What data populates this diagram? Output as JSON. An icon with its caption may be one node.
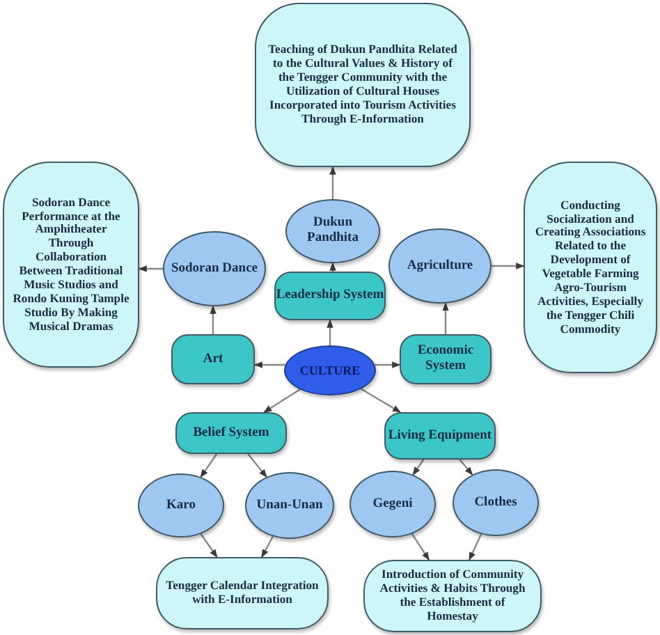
{
  "diagram": {
    "nodes": [
      {
        "text": [
          "CULTURE"
        ]
      },
      {
        "text": [
          "Leadership System"
        ]
      },
      {
        "text": [
          "Dukun Pandhita"
        ]
      },
      {
        "text": [
          "Teaching of Dukun Pandhita Related to the Cultural Values & History of the Tengger Community with the Utilization of Cultural Houses Incorporated into Tourism Activities Through E-Information"
        ]
      },
      {
        "text": [
          "Art"
        ]
      },
      {
        "text": [
          "Sodoran Dance"
        ]
      },
      {
        "text": [
          "Sodoran Dance Performance at the Amphitheater Through Collaboration Between Traditional Music Studios and Rondo Kuning Tample Studio By Making Musical Dramas"
        ]
      },
      {
        "text": [
          "Economic System"
        ]
      },
      {
        "text": [
          "Agriculture"
        ]
      },
      {
        "text": [
          "Conducting Socialization and Creating Associations Related to the Development of Vegetable Farming Agro-Tourism Activities, Especially the Tengger Chili Commodity"
        ]
      },
      {
        "text": [
          "Belief System"
        ]
      },
      {
        "text": [
          "Living Equipment"
        ]
      },
      {
        "text": [
          "Karo"
        ]
      },
      {
        "text": [
          "Unan-Unan"
        ]
      },
      {
        "text": [
          "Gegeni"
        ]
      },
      {
        "text": [
          "Clothes"
        ]
      },
      {
        "text": [
          "Tengger Calendar Integration with E-Information"
        ]
      },
      {
        "text": [
          "Introduction of Community Activities & Habits Through the Establishment of Homestay"
        ]
      }
    ],
    "edges": [
      {
        "from": 0,
        "to": 1,
        "arrow": "to"
      },
      {
        "from": 1,
        "to": 2,
        "arrow": "to"
      },
      {
        "from": 2,
        "to": 3,
        "arrow": "to"
      },
      {
        "from": 0,
        "to": 4,
        "arrow": "to"
      },
      {
        "from": 4,
        "to": 5,
        "arrow": "to"
      },
      {
        "from": 5,
        "to": 6,
        "arrow": "to"
      },
      {
        "from": 0,
        "to": 7,
        "arrow": "to"
      },
      {
        "from": 7,
        "to": 8,
        "arrow": "to"
      },
      {
        "from": 8,
        "to": 9,
        "arrow": "to"
      },
      {
        "from": 0,
        "to": 10,
        "arrow": "to"
      },
      {
        "from": 0,
        "to": 11,
        "arrow": "to"
      },
      {
        "from": 10,
        "to": 12,
        "arrow": "to"
      },
      {
        "from": 10,
        "to": 13,
        "arrow": "to"
      },
      {
        "from": 11,
        "to": 14,
        "arrow": "to"
      },
      {
        "from": 11,
        "to": 15,
        "arrow": "to"
      },
      {
        "from": 12,
        "to": 16,
        "arrow": "to"
      },
      {
        "from": 13,
        "to": 16,
        "arrow": "to"
      },
      {
        "from": 14,
        "to": 17,
        "arrow": "to"
      },
      {
        "from": 15,
        "to": 17,
        "arrow": "to"
      }
    ]
  }
}
